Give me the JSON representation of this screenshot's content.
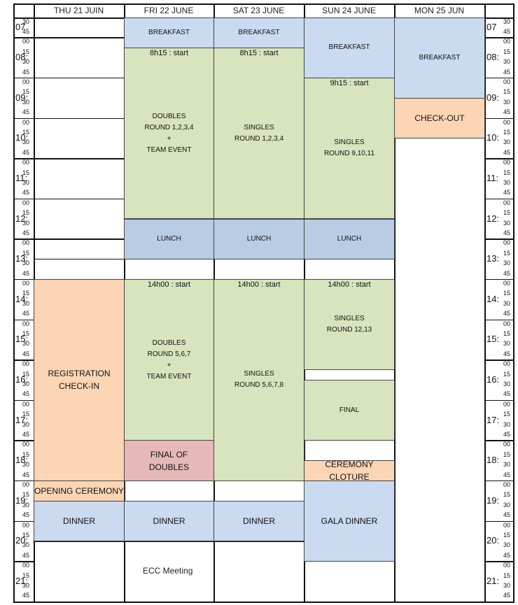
{
  "days": [
    "THU 21 JUIN",
    "FRI 22 JUNE",
    "SAT 23 JUNE",
    "SUN 24 JUNE",
    "MON 25 JUN"
  ],
  "minute_labels": [
    "00",
    "15",
    "30",
    "45"
  ],
  "first_row_minutes": [
    "30",
    "45"
  ],
  "hours": [
    "07",
    "08:",
    "09:",
    "10:",
    "11:",
    "12:",
    "13:",
    "14:",
    "15:",
    "16:",
    "17:",
    "18:",
    "19:",
    "20:",
    "21:"
  ],
  "colors": {
    "breakfast": "#c9daf1",
    "session": "#d7e4bd",
    "lunch": "#b8cce4",
    "registration": "#fcd5b4",
    "final": "#e6b9b8"
  },
  "events": [
    {
      "day": 1,
      "start": "07:30",
      "end": "08:15",
      "label": "BREAKFAST",
      "color": "blue"
    },
    {
      "day": 2,
      "start": "07:30",
      "end": "08:15",
      "label": "BREAKFAST",
      "color": "blue"
    },
    {
      "day": 3,
      "start": "07:30",
      "end": "09:00",
      "label": "BREAKFAST",
      "color": "blue"
    },
    {
      "day": 4,
      "start": "07:30",
      "end": "09:30",
      "label": "BREAKFAST",
      "color": "blue"
    },
    {
      "day": 4,
      "start": "09:30",
      "end": "10:30",
      "label": "CHECK-OUT",
      "color": "orange",
      "big": true
    },
    {
      "day": 1,
      "start": "08:15",
      "end": "12:30",
      "start_label": "8h15 : start",
      "label": "DOUBLES\nROUND 1,2,3,4\n+\nTEAM EVENT",
      "color": "green"
    },
    {
      "day": 2,
      "start": "08:15",
      "end": "12:30",
      "start_label": "8h15 : start",
      "label": "SINGLES\nROUND 1,2,3,4",
      "color": "green"
    },
    {
      "day": 3,
      "start": "09:00",
      "end": "12:30",
      "start_label": "9h15 : start",
      "label": "SINGLES\nROUND 9,10,11",
      "color": "green"
    },
    {
      "day": 1,
      "start": "12:30",
      "end": "13:30",
      "label": "LUNCH",
      "color": "blue2"
    },
    {
      "day": 2,
      "start": "12:30",
      "end": "13:30",
      "label": "LUNCH",
      "color": "blue2"
    },
    {
      "day": 3,
      "start": "12:30",
      "end": "13:30",
      "label": "LUNCH",
      "color": "blue2"
    },
    {
      "day": 0,
      "start": "14:00",
      "end": "19:00",
      "label": "REGISTRATION\nCHECK-IN",
      "color": "orange",
      "big": true
    },
    {
      "day": 0,
      "start": "19:00",
      "end": "19:30",
      "label": "OPENING CEREMONY",
      "color": "orange",
      "big": true
    },
    {
      "day": 1,
      "start": "14:00",
      "end": "18:00",
      "start_label": "14h00 : start",
      "label": "DOUBLES\nROUND 5,6,7\n+\nTEAM EVENT",
      "color": "green"
    },
    {
      "day": 1,
      "start": "18:00",
      "end": "19:00",
      "label": "FINAL OF\nDOUBLES",
      "color": "pink",
      "big": true
    },
    {
      "day": 2,
      "start": "14:00",
      "end": "19:00",
      "start_label": "14h00 : start",
      "label": "SINGLES\nROUND 5,6,7,8",
      "color": "green"
    },
    {
      "day": 3,
      "start": "14:00",
      "end": "16:15",
      "start_label": "14h00 : start",
      "label": "SINGLES\nROUND 12,13",
      "color": "green"
    },
    {
      "day": 3,
      "start": "16:30",
      "end": "18:00",
      "label": "FINAL",
      "color": "green"
    },
    {
      "day": 3,
      "start": "18:30",
      "end": "19:00",
      "label": "CEREMONY CLOTURE",
      "color": "orange",
      "big": true
    },
    {
      "day": 0,
      "start": "19:30",
      "end": "20:30",
      "label": "DINNER",
      "color": "blue",
      "big": true
    },
    {
      "day": 1,
      "start": "19:30",
      "end": "20:30",
      "label": "DINNER",
      "color": "blue",
      "big": true
    },
    {
      "day": 2,
      "start": "19:30",
      "end": "20:30",
      "label": "DINNER",
      "color": "blue",
      "big": true
    },
    {
      "day": 3,
      "start": "19:00",
      "end": "21:00",
      "label": "GALA DINNER",
      "color": "blue",
      "big": true
    }
  ],
  "note": "ECC Meeting"
}
